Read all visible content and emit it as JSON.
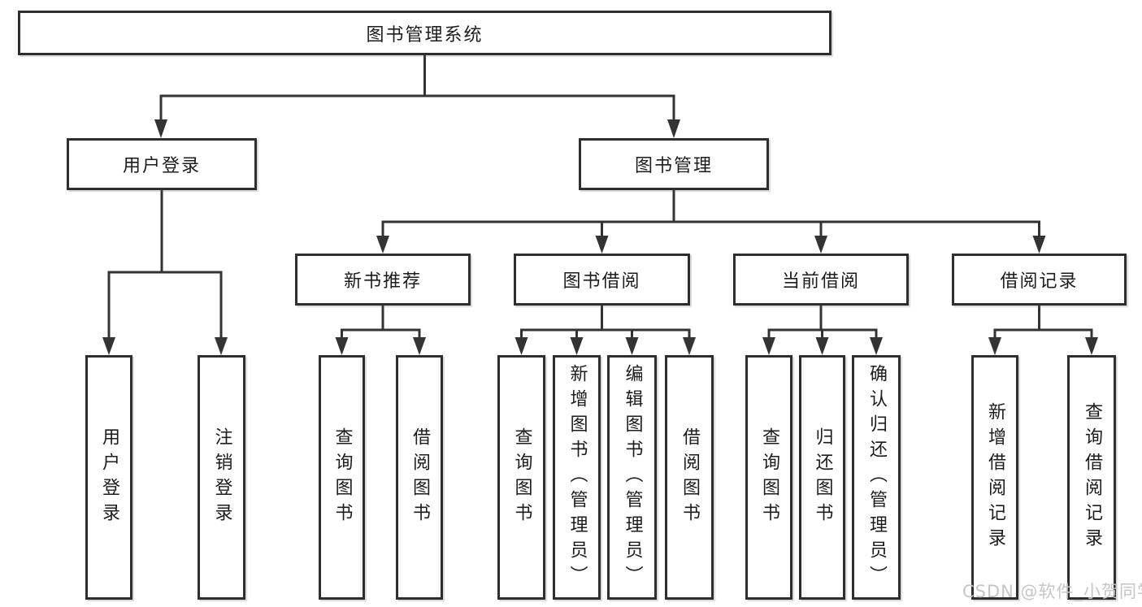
{
  "diagram": {
    "title": "图书管理系统",
    "root": {
      "label": "图书管理系统"
    },
    "level1": [
      {
        "label": "用户登录"
      },
      {
        "label": "图书管理"
      }
    ],
    "level2": [
      {
        "label": "新书推荐"
      },
      {
        "label": "图书借阅"
      },
      {
        "label": "当前借阅"
      },
      {
        "label": "借阅记录"
      }
    ],
    "groups": [
      {
        "parent": "用户登录",
        "children": [
          {
            "label": "用户登录"
          },
          {
            "label": "注销登录"
          }
        ]
      },
      {
        "parent": "新书推荐",
        "children": [
          {
            "label": "查询图书"
          },
          {
            "label": "借阅图书"
          }
        ]
      },
      {
        "parent": "图书借阅",
        "children": [
          {
            "label": "查询图书"
          },
          {
            "label": "新增图书（管理员）"
          },
          {
            "label": "编辑图书（管理员）"
          },
          {
            "label": "借阅图书"
          }
        ]
      },
      {
        "parent": "当前借阅",
        "children": [
          {
            "label": "查询图书"
          },
          {
            "label": "归还图书"
          },
          {
            "label": "确认归还（管理员）"
          }
        ]
      },
      {
        "parent": "借阅记录",
        "children": [
          {
            "label": "新增借阅记录"
          },
          {
            "label": "查询借阅记录"
          }
        ]
      }
    ],
    "colors": {
      "line": "#333333",
      "box_border": "#2e2e2e",
      "text": "#1c1c1c",
      "watermark": "#c6c6c6",
      "background": "#ffffff"
    }
  },
  "watermark": {
    "text": "CSDN @软件_小贺同学"
  }
}
